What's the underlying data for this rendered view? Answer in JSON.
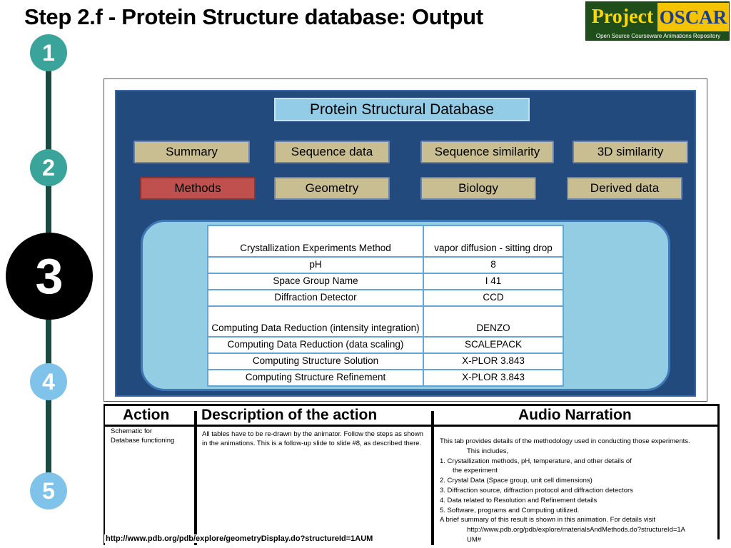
{
  "title": "Step 2.f - Protein Structure database: Output",
  "logo": {
    "project": "Project",
    "oscar": "OSCAR",
    "subtitle": "Open Source Courseware Animations Repository"
  },
  "steps": [
    "1",
    "2",
    "3",
    "4",
    "5"
  ],
  "active_step": "3",
  "database": {
    "title": "Protein Structural Database",
    "tabs_row1": [
      "Summary",
      "Sequence data",
      "Sequence similarity",
      "3D similarity"
    ],
    "tabs_row2": [
      "Methods",
      "Geometry",
      "Biology",
      "Derived data"
    ],
    "active_tab": "Methods",
    "rows": [
      {
        "label": "Crystallization Experiments Method",
        "value": "vapor diffusion - sitting drop"
      },
      {
        "label": "pH",
        "value": "8"
      },
      {
        "label": "Space Group Name",
        "value": "I 41"
      },
      {
        "label": "Diffraction Detector",
        "value": "CCD"
      },
      {
        "label": "Computing Data Reduction (intensity integration)",
        "value": "DENZO"
      },
      {
        "label": "Computing Data Reduction (data scaling)",
        "value": "SCALEPACK"
      },
      {
        "label": "Computing Structure Solution",
        "value": "X-PLOR 3.843"
      },
      {
        "label": "Computing Structure Refinement",
        "value": "X-PLOR 3.843"
      }
    ]
  },
  "notes": {
    "action_header": "Action",
    "description_header": "Description of the action",
    "audio_header": "Audio Narration",
    "action_text_1": "Schematic for",
    "action_text_2": "Database functioning",
    "description_text": "All tables have to be re-drawn by the animator. Follow the steps as shown in the animations. This is a follow-up slide to slide #8, as described there.",
    "narration": {
      "l1": "This tab provides details of the methodology used in conducting those experiments.",
      "l2": "This includes,",
      "l3": "1. Crystallization methods, pH, temperature, and other details of",
      "l4": "the experiment",
      "l5": "2. Crystal Data (Space group, unit cell dimensions)",
      "l6": "3. Diffraction source, diffraction protocol and diffraction detectors",
      "l7": "4. Data related to Resolution and Refinement details",
      "l8": "5. Software, programs and Computing utilized.",
      "l9": "A brief summary of this result is shown in this animation. For details visit",
      "l10": "http://www.pdb.org/pdb/explore/materialsAndMethods.do?structureId=1A",
      "l11": "UM#"
    },
    "url": "http://www.pdb.org/pdb/explore/geometryDisplay.do?structureId=1AUM"
  }
}
